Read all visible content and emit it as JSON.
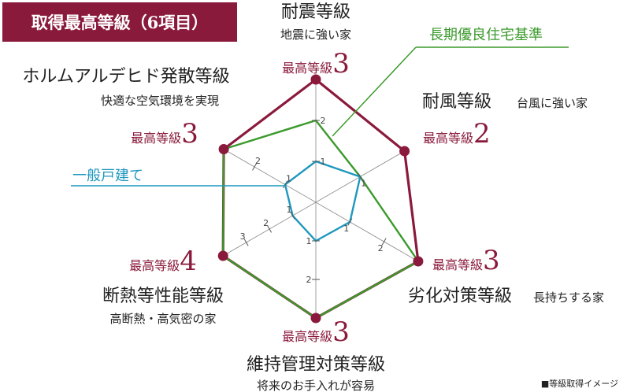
{
  "header": {
    "badge": "取得最高等級（6項目）"
  },
  "footnote": "■等級取得イメージ",
  "colors": {
    "badge_bg": "#8a1a3c",
    "max_grade": "#8a1a3c",
    "long_term": "#3c9a2c",
    "general": "#1f97be",
    "text": "#222222",
    "axis": "#888888"
  },
  "chart_data": {
    "type": "radar",
    "axes": [
      {
        "name": "耐震等級",
        "sub": "地震に強い家",
        "grade_prefix": "最高等級",
        "grade_num": "3",
        "max": 3
      },
      {
        "name": "耐風等級",
        "sub": "台風に強い家",
        "grade_prefix": "最高等級",
        "grade_num": "2",
        "max": 2
      },
      {
        "name": "劣化対策等級",
        "sub": "長持ちする家",
        "grade_prefix": "最高等級",
        "grade_num": "3",
        "max": 3
      },
      {
        "name": "維持管理対策等級",
        "sub": "将来のお手入れが容易",
        "grade_prefix": "最高等級",
        "grade_num": "3",
        "max": 3
      },
      {
        "name": "断熱等性能等級",
        "sub": "高断熱・高気密の家",
        "grade_prefix": "最高等級",
        "grade_num": "4",
        "max": 4
      },
      {
        "name": "ホルムアルデヒド発散等級",
        "sub": "快適な空気環境を実現",
        "grade_prefix": "最高等級",
        "grade_num": "3",
        "max": 3
      }
    ],
    "series": [
      {
        "name": "",
        "key": "max",
        "values": [
          3,
          2,
          3,
          3,
          4,
          3
        ]
      },
      {
        "name": "長期優良住宅基準",
        "key": "long_term",
        "values": [
          2,
          1,
          3,
          3,
          4,
          3
        ]
      },
      {
        "name": "一般戸建て",
        "key": "general",
        "values": [
          1,
          1,
          1,
          1,
          1,
          1
        ]
      }
    ],
    "ticks": [
      [
        "1",
        "2"
      ],
      [
        "1"
      ],
      [
        "1",
        "2"
      ],
      [
        "1",
        "2"
      ],
      [
        "1",
        "2",
        "3"
      ],
      [
        "1",
        "2"
      ]
    ]
  }
}
